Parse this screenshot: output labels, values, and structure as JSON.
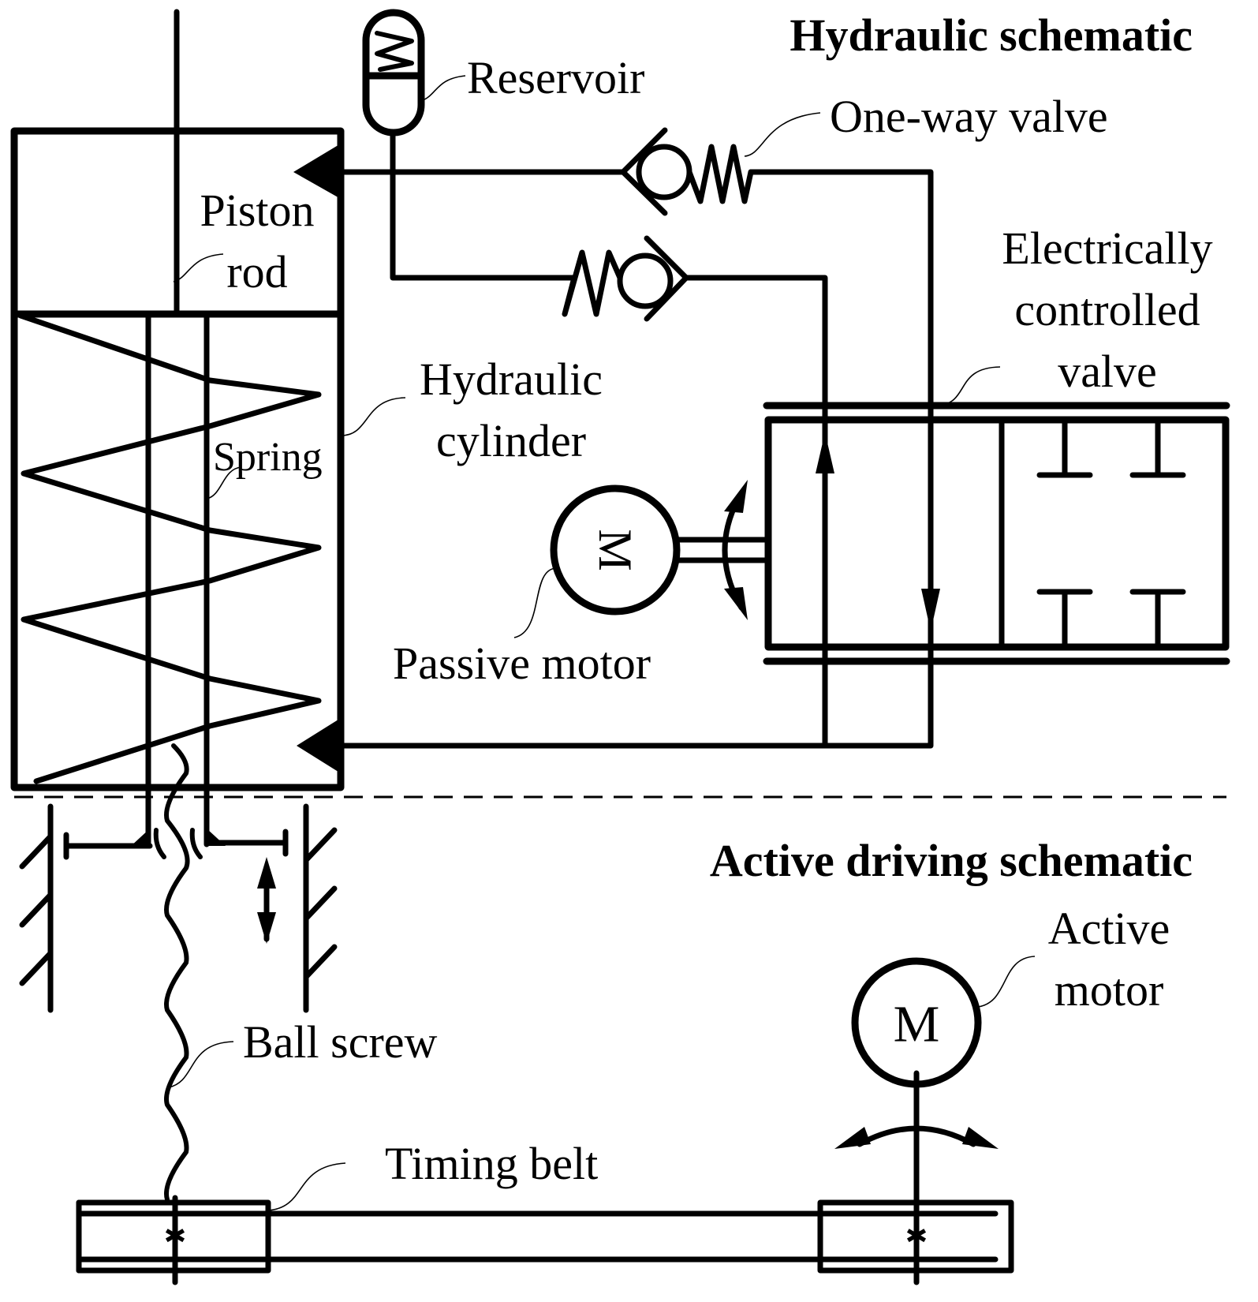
{
  "titles": {
    "hydraulic": "Hydraulic schematic",
    "active": "Active driving schematic"
  },
  "labels": {
    "reservoir": "Reservoir",
    "one_way_valve": "One-way valve",
    "piston_rod": [
      "Piston",
      "rod"
    ],
    "electrically_controlled_valve": [
      "Electrically",
      "controlled",
      "valve"
    ],
    "hydraulic_cylinder": [
      "Hydraulic",
      "cylinder"
    ],
    "spring": "Spring",
    "passive_motor": "Passive motor",
    "ball_screw": "Ball screw",
    "active_motor": [
      "Active",
      "motor"
    ],
    "timing_belt": "Timing belt"
  },
  "symbols": {
    "passive_motor_glyph": "M",
    "active_motor_glyph": "M",
    "pulley_mark": "✱"
  },
  "colors": {
    "line": "#000000",
    "background": "#ffffff"
  }
}
